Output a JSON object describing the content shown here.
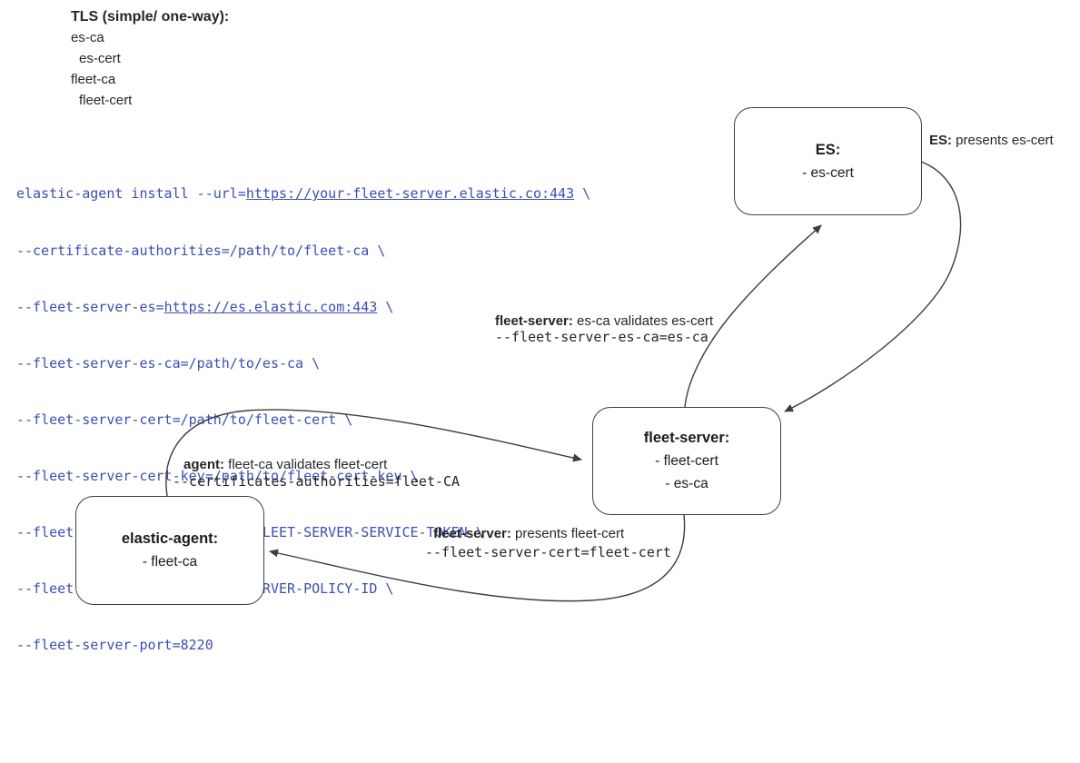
{
  "legend": {
    "title": "TLS (simple/ one-way):",
    "items": [
      "es-ca",
      "es-cert",
      "fleet-ca",
      "fleet-cert"
    ]
  },
  "command": {
    "line1": {
      "pre": "elastic-agent install --url=",
      "url": "https://your-fleet-server.elastic.co:443",
      "post": " \\"
    },
    "line2": "--certificate-authorities=/path/to/fleet-ca \\",
    "line3": {
      "pre": "--fleet-server-es=",
      "url": "https://es.elastic.com:443",
      "post": " \\"
    },
    "line4": "--fleet-server-es-ca=/path/to/es-ca \\",
    "line5": "--fleet-server-cert=/path/to/fleet-cert \\",
    "line6": "--fleet-server-cert-key=/path/to/fleet-cert-key \\",
    "line7": "--fleet-server-service-token=FLEET-SERVER-SERVICE-TOKEN \\",
    "line8": "--fleet-server-policy=FLEET-SERVER-POLICY-ID \\",
    "line9": "--fleet-server-port=8220"
  },
  "nodes": {
    "es": {
      "title": "ES:",
      "items": [
        "- es-cert"
      ]
    },
    "fleet_server": {
      "title": "fleet-server:",
      "items": [
        "- fleet-cert",
        "- es-ca"
      ]
    },
    "elastic_agent": {
      "title": "elastic-agent:",
      "items": [
        "- fleet-ca"
      ]
    }
  },
  "edge_labels": {
    "es_presents": {
      "bold": "ES:",
      "rest": " presents es-cert"
    },
    "fleet_validates": {
      "bold": "fleet-server:",
      "rest": " es-ca validates es-cert",
      "code": "--fleet-server-es-ca=es-ca"
    },
    "agent_validates": {
      "bold": "agent:",
      "rest": " fleet-ca validates fleet-cert",
      "code": "--certificates-authorities=fleet-CA"
    },
    "fleet_presents": {
      "bold": "fleet-server:",
      "rest": " presents fleet-cert",
      "code": "--fleet-server-cert=fleet-cert"
    }
  },
  "colors": {
    "command_text": "#3E4EB3",
    "diagram_stroke": "#3d3d3d"
  }
}
